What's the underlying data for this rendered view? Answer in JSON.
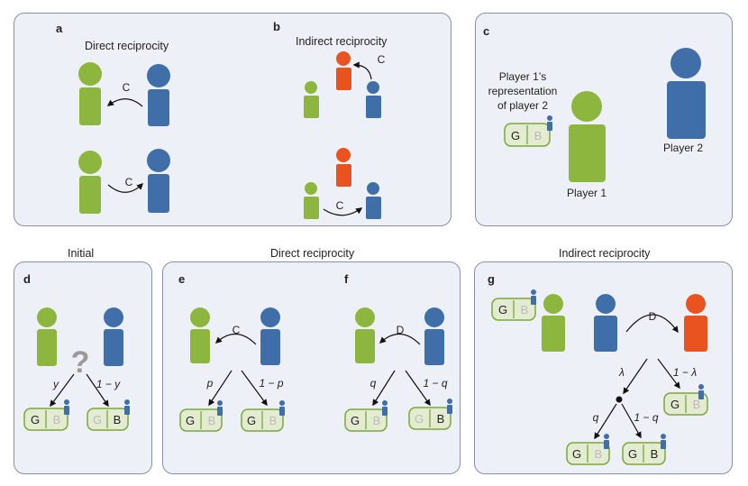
{
  "panels": {
    "a": {
      "letter": "a",
      "title": "Direct reciprocity",
      "action": "C"
    },
    "b": {
      "letter": "b",
      "title": "Indirect reciprocity",
      "action": "C"
    },
    "c": {
      "letter": "c",
      "representation_label": "Player 1’s\nrepresentation\nof player 2",
      "player1": "Player 1",
      "player2": "Player 2"
    },
    "d": {
      "letter": "d",
      "question": "?",
      "prob_left": "y",
      "prob_right": "1 − y"
    },
    "e": {
      "letter": "e",
      "action": "C",
      "prob_left": "p",
      "prob_right": "1 − p"
    },
    "f": {
      "letter": "f",
      "action": "D",
      "prob_left": "q",
      "prob_right": "1 − q"
    },
    "g": {
      "letter": "g",
      "action": "D",
      "prob_left": "λ",
      "prob_right": "1 − λ",
      "prob_left2": "q",
      "prob_right2": "1 − q"
    }
  },
  "section_titles": {
    "initial": "Initial",
    "direct": "Direct reciprocity",
    "indirect": "Indirect reciprocity"
  },
  "labels": {
    "good": "G",
    "bad": "B"
  },
  "colors": {
    "green": "#8db63f",
    "blue": "#3f6ea8",
    "orange": "#e8531f",
    "badge_fill": "#e3ecd0",
    "badge_border": "#7ea63b",
    "panel_bg": "#eef0f7"
  }
}
